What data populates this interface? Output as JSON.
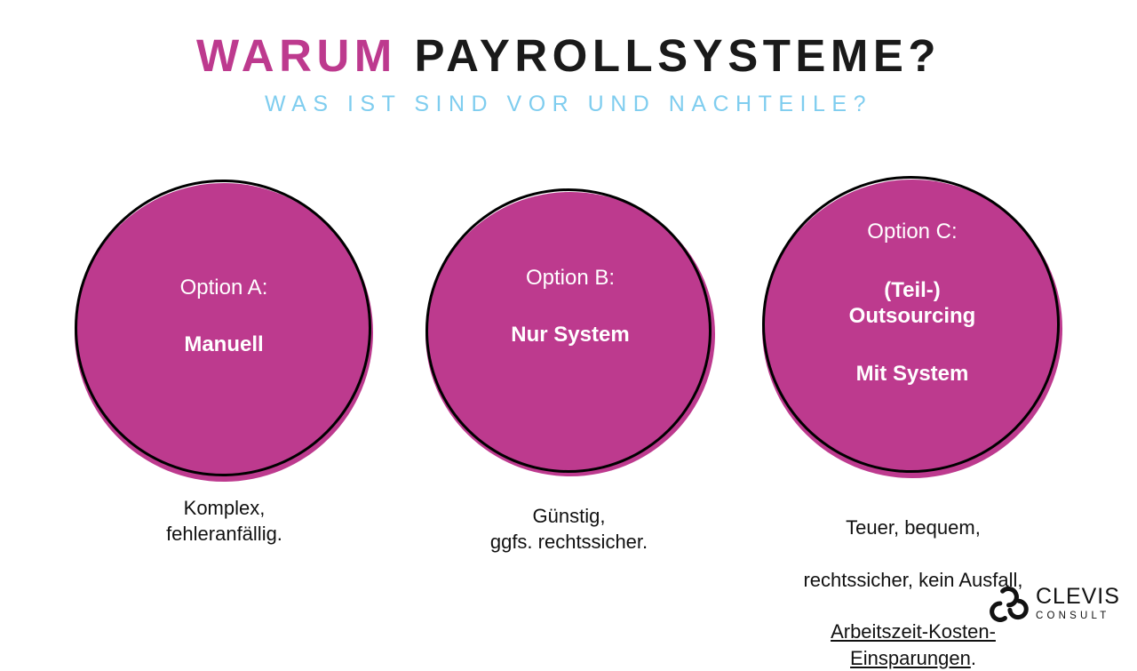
{
  "slide": {
    "background_color": "#ffffff",
    "accent_color": "#bd3a8e",
    "subtitle_color": "#7fcdef",
    "outline_color": "#000000"
  },
  "header": {
    "title_accent": "WARUM",
    "title_rest": "PAYROLLSYSTEME?",
    "title_full": "WARUM PAYROLLSYSTEME?",
    "subtitle": "WAS IST SIND VOR UND NACHTEILE?"
  },
  "options": [
    {
      "id": "a",
      "label": "Option A:",
      "name": "Manuell",
      "caption": "Komplex,\nfehleranfällig.",
      "fill_color": "#bd3a8e"
    },
    {
      "id": "b",
      "label": "Option B:",
      "name": "Nur System",
      "caption": "Günstig,\nggfs. rechtssicher.",
      "fill_color": "#bd3a8e"
    },
    {
      "id": "c",
      "label": "Option C:",
      "name": "(Teil-)\nOutsourcing",
      "name2": "Mit System",
      "caption_plain_1": "Teuer, bequem,",
      "caption_plain_2": "rechtssicher, kein Ausfall,",
      "caption_underlined": "Arbeitszeit-Kosten-\nEinsparungen",
      "caption_tail": ".",
      "fill_color": "#bd3a8e"
    }
  ],
  "logo": {
    "name": "CLEVIS",
    "tagline": "CONSULT",
    "mark": "trefoil-knot-icon"
  }
}
